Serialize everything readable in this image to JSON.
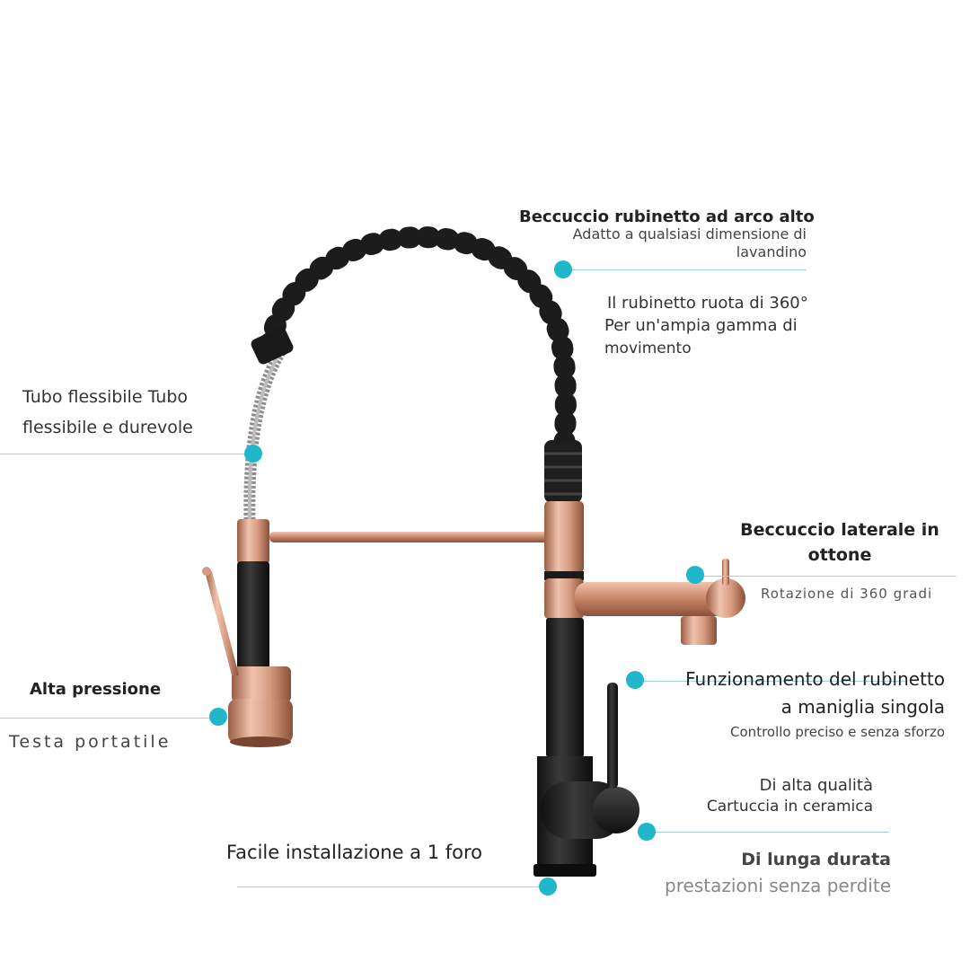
{
  "colors": {
    "accent_dot": "#1fb7c9",
    "leader_line": "#9fd6dd",
    "rose_gold": "#d7a48f",
    "matte_black": "#1e1e1e",
    "hose_steel": "#8d8d8d"
  },
  "image": {
    "subject": "faucet-photo",
    "alt": ""
  },
  "callouts": {
    "arc_spout": {
      "title": "Beccuccio rubinetto ad arco alto",
      "line1": "Adatto a qualsiasi dimensione di",
      "line2": "lavandino"
    },
    "rotation": {
      "line1": "Il rubinetto ruota di 360°",
      "line2": "Per un'ampia gamma di",
      "line3": "movimento"
    },
    "hose": {
      "line1": "Tubo flessibile Tubo",
      "line2": "flessibile e durevole"
    },
    "side_spout": {
      "title1": "Beccuccio laterale in",
      "title2": "ottone",
      "sub": "Rotazione di 360 gradi"
    },
    "pressure": {
      "title": "Alta pressione",
      "sub": "Testa portatile"
    },
    "handle": {
      "line1": "Funzionamento del rubinetto",
      "line2": "a maniglia singola",
      "sub": "Controllo preciso e senza sforzo"
    },
    "quality": {
      "line1": "Di alta qualità",
      "line2": "Cartuccia in ceramica"
    },
    "install": {
      "text": "Facile installazione a 1 foro"
    },
    "durable": {
      "title": "Di lunga durata",
      "sub": "prestazioni senza perdite"
    }
  }
}
